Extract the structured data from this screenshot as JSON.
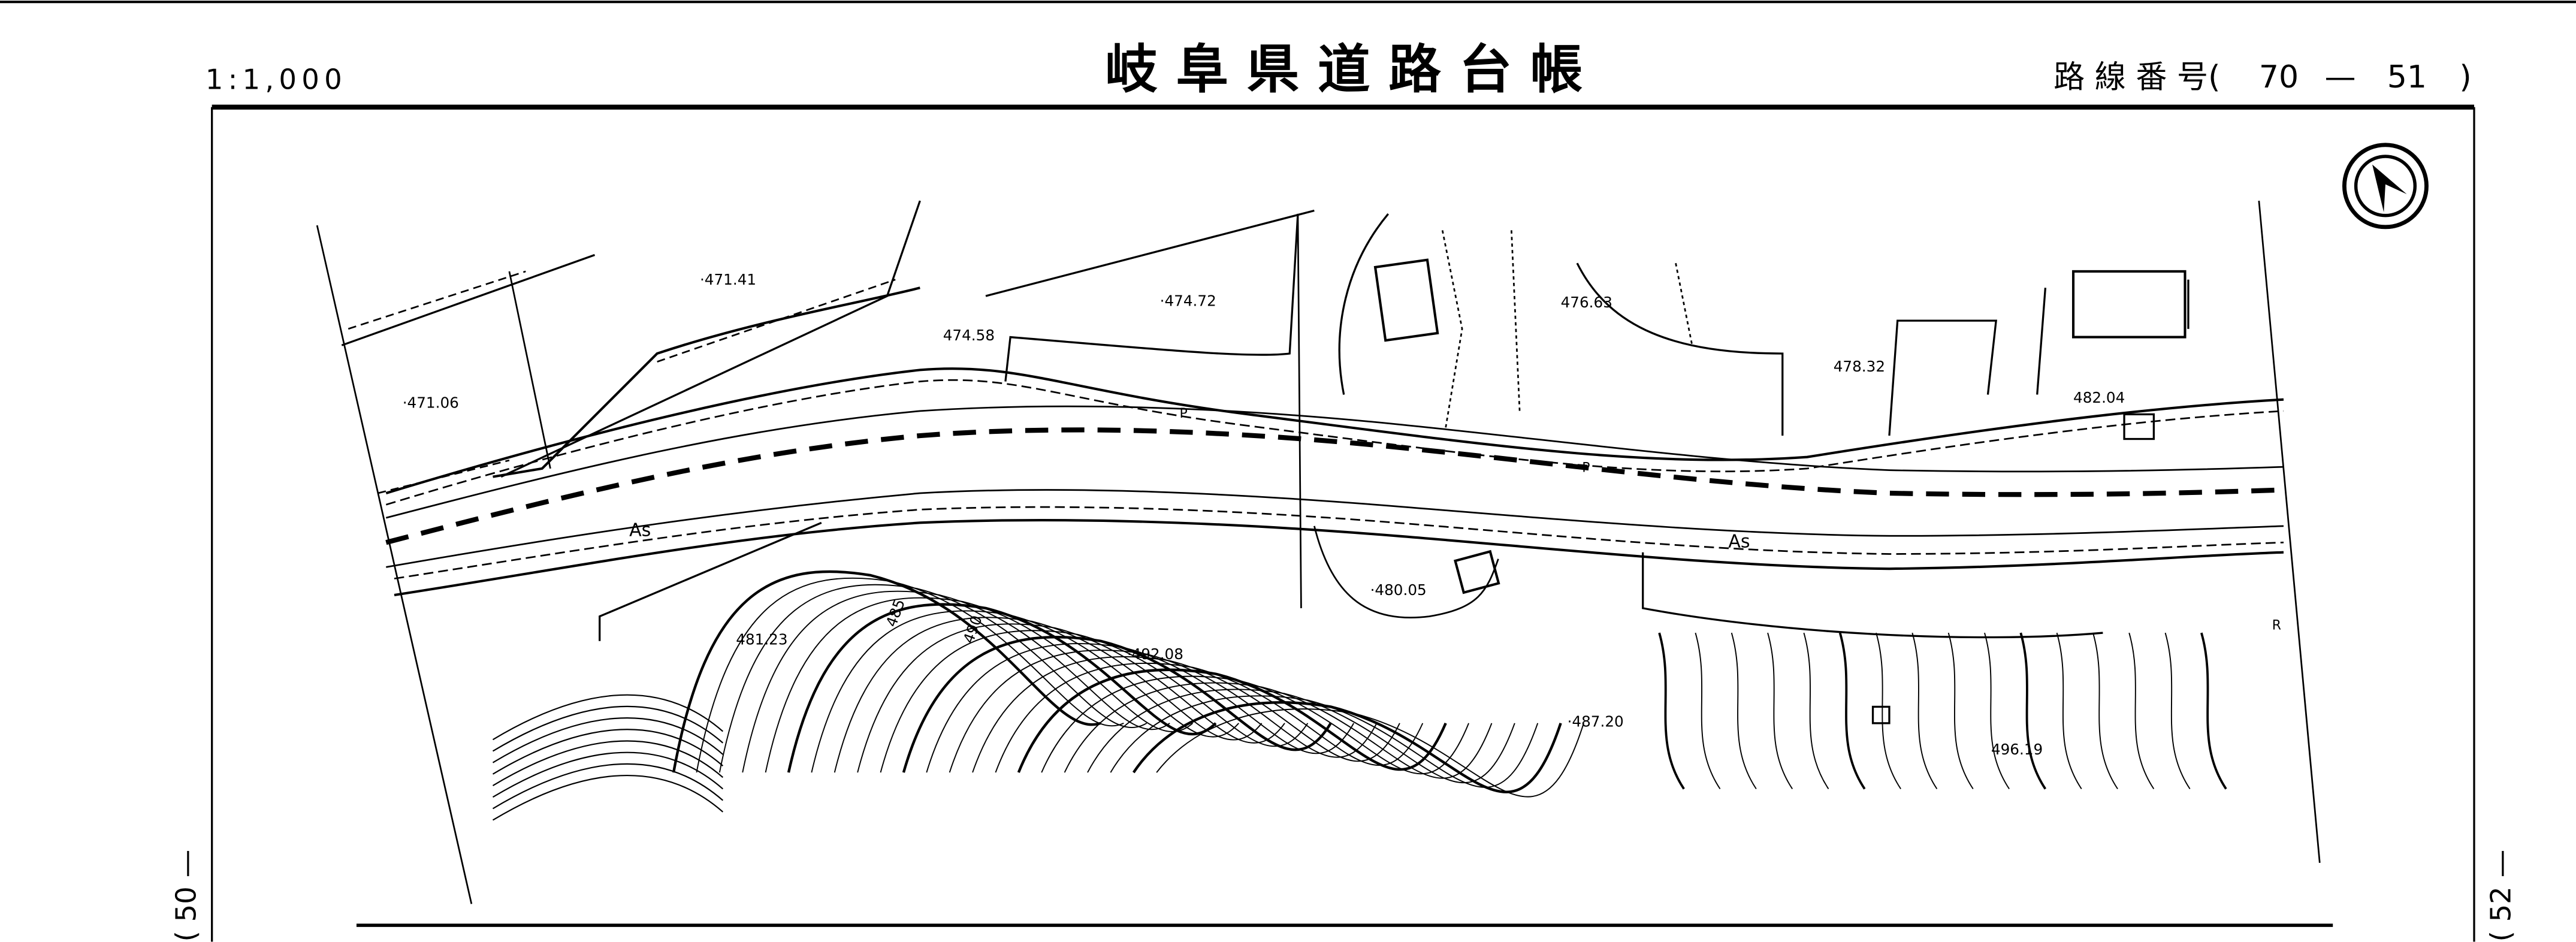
{
  "header": {
    "scale": "1:1,000",
    "title": "岐 阜 県 道 路 台 帳",
    "route_label": "路 線 番 号(",
    "route_number": "70",
    "route_dash": "—",
    "sheet_number": "51",
    "route_close": ")"
  },
  "side_labels": {
    "previous_sheet": "( 50 —",
    "next_sheet": "( 52 —"
  },
  "map": {
    "north_arrow": "north-arrow-icon",
    "elevations": [
      "·471.41",
      "·474.72",
      "474.58",
      "·471.06",
      "476.63",
      "478.32",
      "482.04",
      "·480.05",
      "481.23",
      "·492.08",
      "·487.20",
      "496.19"
    ],
    "contour_labels": [
      "485",
      "490"
    ],
    "surface_labels": [
      "As",
      "As"
    ],
    "symbol_labels": [
      "P",
      "P",
      "R"
    ]
  }
}
